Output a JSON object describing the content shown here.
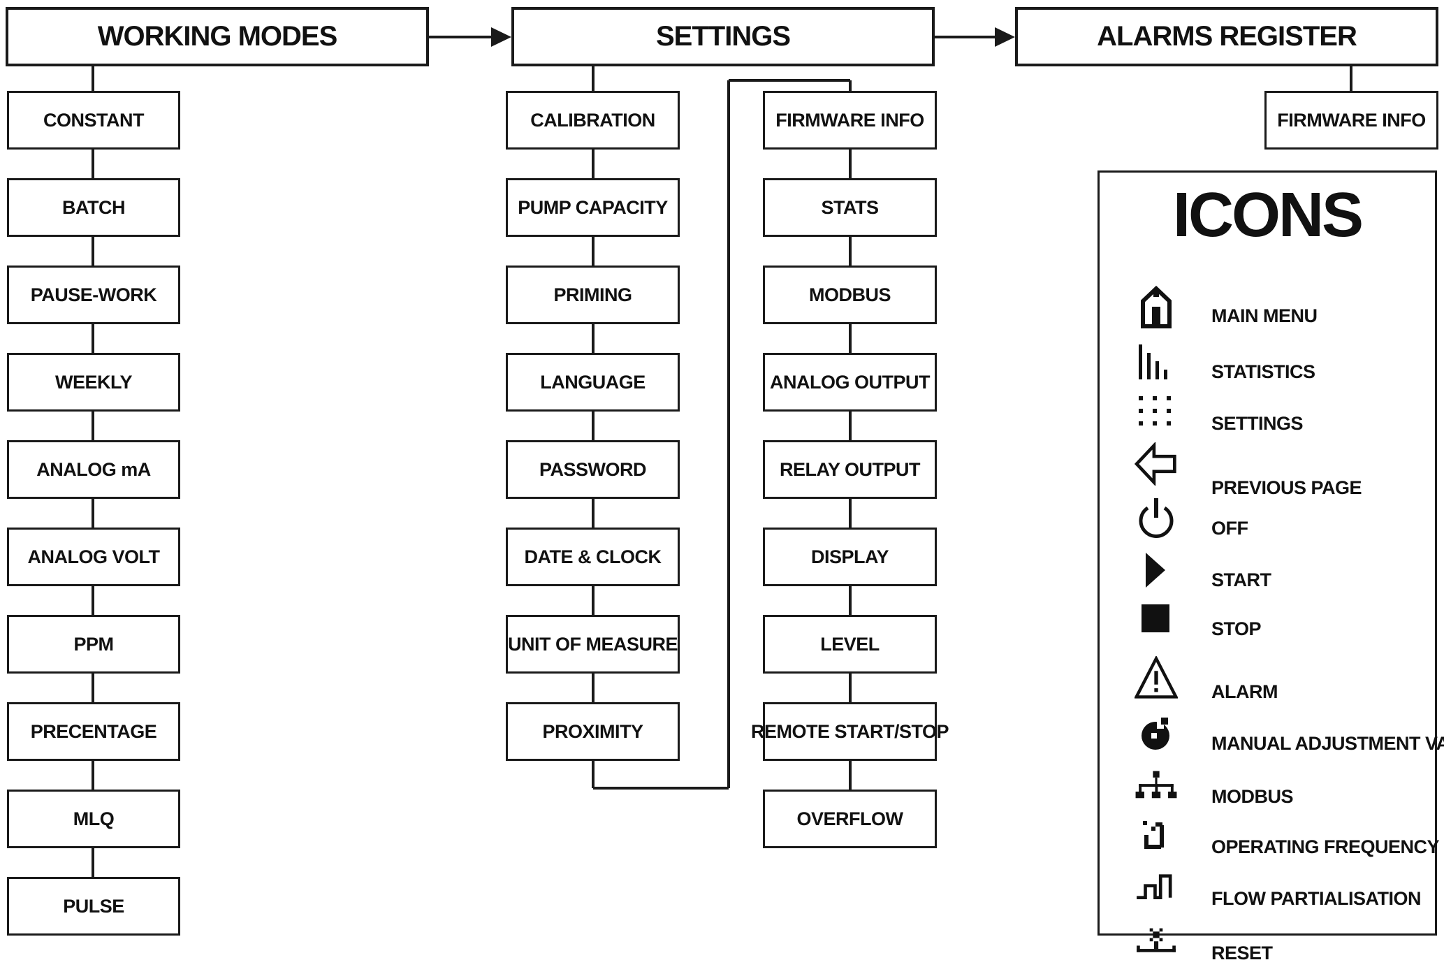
{
  "headers": {
    "working_modes": "WORKING MODES",
    "settings": "SETTINGS",
    "alarms_register": "ALARMS REGISTER"
  },
  "working_modes": [
    "CONSTANT",
    "BATCH",
    "PAUSE-WORK",
    "WEEKLY",
    "ANALOG mA",
    "ANALOG VOLT",
    "PPM",
    "PRECENTAGE",
    "MLQ",
    "PULSE"
  ],
  "settings_col1": [
    "CALIBRATION",
    "PUMP CAPACITY",
    "PRIMING",
    "LANGUAGE",
    "PASSWORD",
    "DATE & CLOCK",
    "UNIT OF MEASURE",
    "PROXIMITY"
  ],
  "settings_col2": [
    "FIRMWARE INFO",
    "STATS",
    "MODBUS",
    "ANALOG OUTPUT",
    "RELAY OUTPUT",
    "DISPLAY",
    "LEVEL",
    "REMOTE START/STOP",
    "OVERFLOW"
  ],
  "alarms": [
    "FIRMWARE INFO"
  ],
  "legend": {
    "title": "ICONS",
    "items": [
      {
        "icon": "home-icon",
        "label": "MAIN MENU"
      },
      {
        "icon": "statistics-icon",
        "label": "STATISTICS"
      },
      {
        "icon": "settings-dots-icon",
        "label": "SETTINGS"
      },
      {
        "icon": "left-arrow-icon",
        "label": "PREVIOUS PAGE"
      },
      {
        "icon": "power-icon",
        "label": "OFF"
      },
      {
        "icon": "play-icon",
        "label": "START"
      },
      {
        "icon": "stop-icon",
        "label": "STOP"
      },
      {
        "icon": "warning-icon",
        "label": "ALARM"
      },
      {
        "icon": "adjust-icon",
        "label": "MANUAL ADJUSTMENT VALUE"
      },
      {
        "icon": "network-icon",
        "label": "MODBUS"
      },
      {
        "icon": "frequency-icon",
        "label": "OPERATING FREQUENCY"
      },
      {
        "icon": "pulse-wave-icon",
        "label": "FLOW PARTIALISATION"
      },
      {
        "icon": "reset-icon",
        "label": "RESET"
      }
    ]
  }
}
